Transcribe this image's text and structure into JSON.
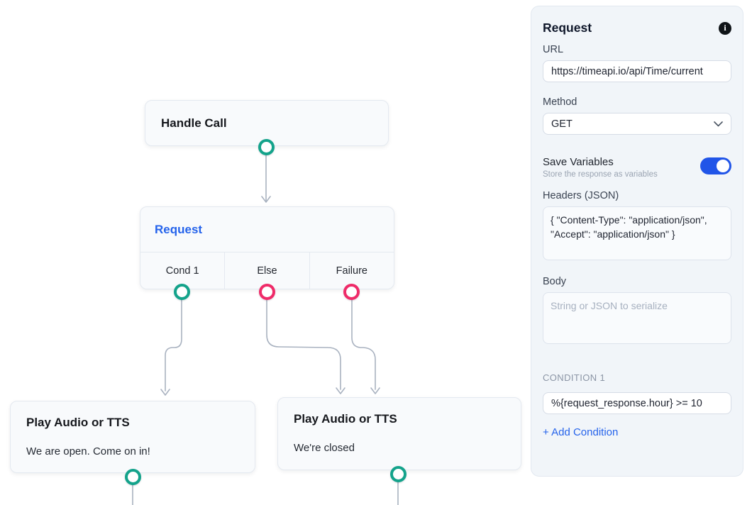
{
  "colors": {
    "port_teal": "#14a38b",
    "port_pink": "#ef2b69",
    "edge_gray": "#a9b2c0",
    "accent_blue": "#2563eb",
    "toggle_blue": "#2155e8",
    "node_bg": "#f8fafc",
    "panel_bg": "#f1f5f9"
  },
  "canvas": {
    "nodes": {
      "handle_call": {
        "title": "Handle Call"
      },
      "request": {
        "title": "Request",
        "outputs": [
          {
            "label": "Cond 1"
          },
          {
            "label": "Else"
          },
          {
            "label": "Failure"
          }
        ]
      },
      "play_open": {
        "title": "Play Audio or TTS",
        "message": "We are open. Come on in!"
      },
      "play_closed": {
        "title": "Play Audio or TTS",
        "message": "We're closed"
      }
    }
  },
  "panel": {
    "title": "Request",
    "info_glyph": "i",
    "url": {
      "label": "URL",
      "value": "https://timeapi.io/api/Time/current"
    },
    "method": {
      "label": "Method",
      "value": "GET"
    },
    "save_variables": {
      "label": "Save Variables",
      "description": "Store the response as variables",
      "enabled": true
    },
    "headers": {
      "label": "Headers (JSON)",
      "value": "{ \"Content-Type\": \"application/json\", \"Accept\": \"application/json\" }"
    },
    "body": {
      "label": "Body",
      "placeholder": "String or JSON to serialize",
      "value": ""
    },
    "condition": {
      "label": "CONDITION 1",
      "value": "%{request_response.hour} >= 10"
    },
    "add_condition_label": "+ Add Condition"
  }
}
